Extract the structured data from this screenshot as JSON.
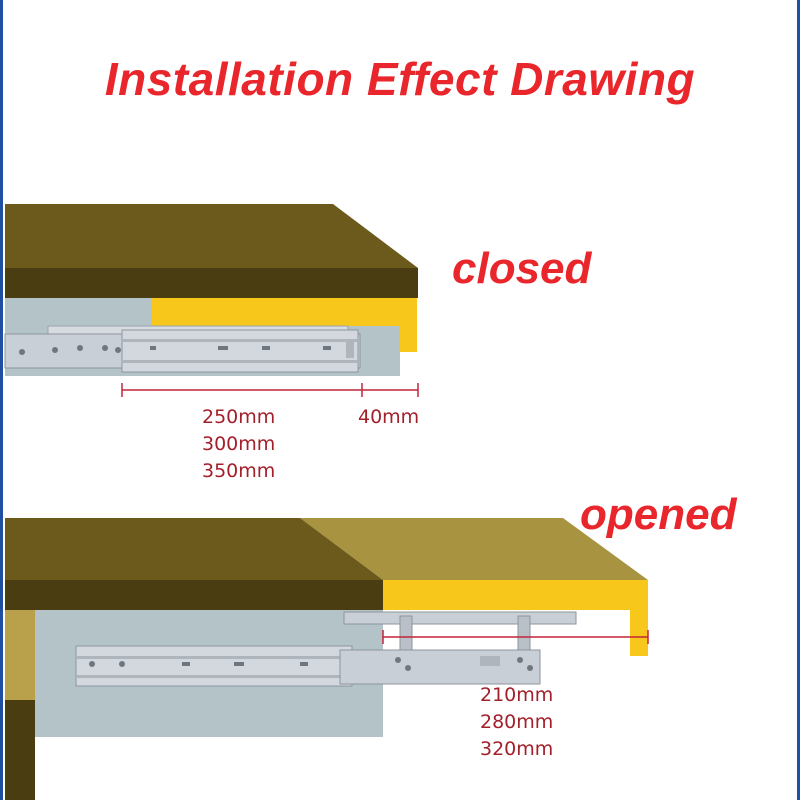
{
  "title": "Installation Effect Drawing",
  "closed": {
    "label": "closed",
    "length_options": [
      "250mm",
      "300mm",
      "350mm"
    ],
    "extra": "40mm"
  },
  "opened": {
    "label": "opened",
    "travel_options": [
      "210mm",
      "280mm",
      "320mm"
    ]
  },
  "colors": {
    "title_red": "#e8262b",
    "dimension_red": "#a3202a",
    "wood_top": "#6b5a1c",
    "wood_front": "#4a3d12",
    "drawer_yellow": "#f7c81b",
    "panel_gray": "#b4c3c8",
    "slide_metal": "#c9cfd6",
    "frame_blue": "#1f4fa3"
  },
  "icons": {
    "slide": "drawer-slide-rail-icon",
    "dimension_line": "dimension-line-icon"
  }
}
